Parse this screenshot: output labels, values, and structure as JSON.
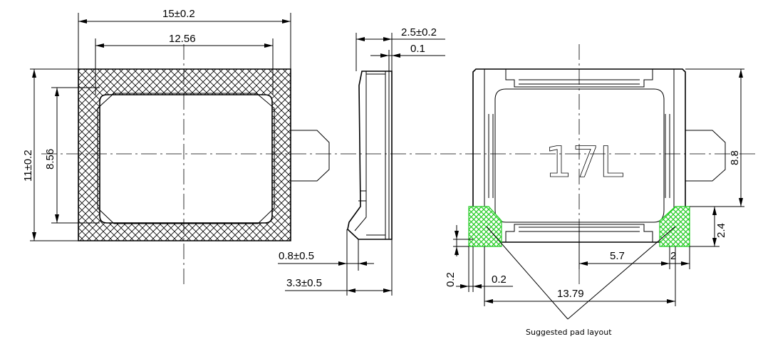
{
  "front_view": {
    "width": "15±0.2",
    "inner_width": "12.56",
    "height": "11±0.2",
    "inner_height": "8.56"
  },
  "side_view": {
    "thickness": "2.5±0.2",
    "membrane": "0.1",
    "spring_offset": "0.8±0.5",
    "total_depth": "3.3±0.5"
  },
  "back_view": {
    "marking": "17L",
    "pad_span": "8.8",
    "pad_height": "2.4",
    "pad_center": "5.7",
    "pad_width": "2",
    "pad_offset_v": "0.2",
    "pad_offset_h": "0.2",
    "overall": "13.79",
    "note": "Suggested pad layout"
  },
  "colors": {
    "pad": "#22cc22",
    "line": "#000000"
  }
}
